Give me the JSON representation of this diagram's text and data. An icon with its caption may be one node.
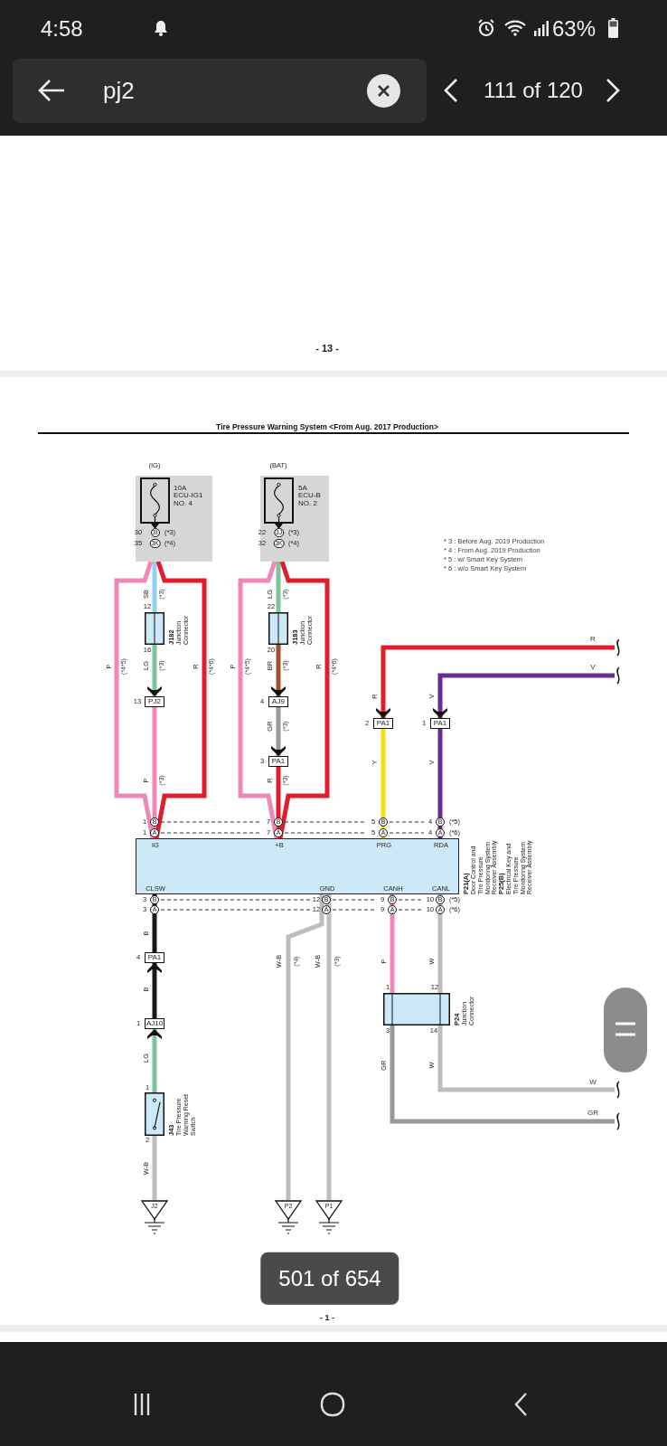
{
  "diagram": {
    "title": "Tire Pressure Warning System <From Aug. 2017 Production>",
    "nodes": [
      {
        "text": [
          "(IG)",
          "10A ECU-IG1 NO. 4",
          "30",
          "3I",
          "(*3)",
          "35",
          "3K",
          "(*4)"
        ]
      },
      {
        "text": [
          "(BAT)",
          "5A ECU-B NO. 2",
          "22",
          "3J",
          "(*3)",
          "32",
          "3K",
          "(*4)"
        ]
      },
      {
        "text": [
          "J182",
          "Junction Connector"
        ],
        "beside": [
          "12",
          "16"
        ]
      },
      {
        "text": [
          "J183",
          "Junction Connector"
        ],
        "beside": [
          "22",
          "20"
        ]
      },
      {
        "text": [
          "PJ2"
        ],
        "beside": [
          "13"
        ]
      },
      {
        "text": [
          "AJ9"
        ],
        "beside": [
          "4"
        ]
      },
      {
        "text": [
          "PA1"
        ],
        "beside": [
          "3"
        ]
      },
      {
        "text": [
          "PA1"
        ],
        "beside": [
          "2"
        ]
      },
      {
        "text": [
          "PA1"
        ],
        "beside": [
          "1"
        ]
      },
      {
        "text": [
          "IG",
          "+B",
          "PRG",
          "RDA",
          "CLSW",
          "GND",
          "CANH",
          "CANL",
          "P21(A)",
          "Door Control and Tire Pressure Monitoring System Receiver Assembly",
          "P25(B)",
          "Electrical Key and Tire Pressure Monitoring System Receiver Assembly"
        ],
        "beside": [
          "1",
          "B",
          "7",
          "B",
          "5",
          "B",
          "4",
          "B",
          "(*5)",
          "1",
          "A",
          "7",
          "A",
          "5",
          "A",
          "4",
          "A",
          "(*6)",
          "3",
          "B",
          "12",
          "B",
          "9",
          "B",
          "10",
          "B",
          "(*5)",
          "3",
          "A",
          "12",
          "A",
          "9",
          "A",
          "10",
          "A",
          "(*6)"
        ]
      },
      {
        "text": [
          "PA1"
        ],
        "beside": [
          "4"
        ]
      },
      {
        "text": [
          "AJ10"
        ],
        "beside": [
          "1"
        ]
      },
      {
        "text": [
          "J43",
          "Tire Pressure Warning Reset Switch"
        ],
        "beside": [
          "1",
          "2"
        ]
      },
      {
        "text": [
          "J2"
        ]
      },
      {
        "text": [
          "P24",
          "Junction Connector"
        ],
        "beside": [
          "1",
          "12",
          "3",
          "14"
        ]
      },
      {
        "text": [
          "P2"
        ]
      },
      {
        "text": [
          "P1"
        ]
      }
    ],
    "edges": [
      {
        "from": 0,
        "to": 2,
        "arrow": "none",
        "label": "SB",
        "color": "#8fd0f0"
      },
      {
        "from": 2,
        "to": 4,
        "arrow": "to",
        "label": "LG",
        "color": "#7cc79a"
      },
      {
        "from": 4,
        "to": 9,
        "arrow": "none",
        "label": "P",
        "color": "#ee88b8"
      },
      {
        "from": 0,
        "to": 9,
        "arrow": "none",
        "label": "P",
        "color": "#ee88b8"
      },
      {
        "from": 0,
        "to": 9,
        "arrow": "none",
        "label": "R",
        "color": "#e21d2b"
      },
      {
        "from": 1,
        "to": 3,
        "arrow": "none",
        "label": "LG",
        "color": "#7cc79a"
      },
      {
        "from": 3,
        "to": 5,
        "arrow": "to",
        "label": "BR",
        "color": "#a0522d"
      },
      {
        "from": 5,
        "to": 6,
        "arrow": "to",
        "label": "GR",
        "color": "#999999"
      },
      {
        "from": 6,
        "to": 9,
        "arrow": "none",
        "label": "R",
        "color": "#e21d2b"
      },
      {
        "from": 1,
        "to": 9,
        "arrow": "none",
        "label": "P",
        "color": "#ee88b8"
      },
      {
        "from": 1,
        "to": 9,
        "arrow": "none",
        "label": "R",
        "color": "#e21d2b"
      },
      {
        "from": null,
        "to": 7,
        "arrow": "to",
        "label": "R",
        "color": "#e21d2b"
      },
      {
        "from": 7,
        "to": 9,
        "arrow": "none",
        "label": "Y",
        "color": "#f7e010"
      },
      {
        "from": null,
        "to": 8,
        "arrow": "to",
        "label": "V",
        "color": "#6a2c91"
      },
      {
        "from": 8,
        "to": 9,
        "arrow": "none",
        "label": "V",
        "color": "#6a2c91"
      },
      {
        "from": 9,
        "to": 10,
        "arrow": "none",
        "label": "B",
        "color": "#1a1a1a"
      },
      {
        "from": 11,
        "to": 10,
        "arrow": "to",
        "label": "B",
        "color": "#1a1a1a"
      },
      {
        "from": 12,
        "to": 11,
        "arrow": "to",
        "label": "LG",
        "color": "#7cc79a"
      },
      {
        "from": 12,
        "to": 13,
        "arrow": "none",
        "label": "W-B",
        "color": "#bdbdbd"
      },
      {
        "from": 9,
        "to": 15,
        "arrow": "none",
        "label": "W-B",
        "color": "#bdbdbd"
      },
      {
        "from": 9,
        "to": 16,
        "arrow": "none",
        "label": "W-B",
        "color": "#bdbdbd"
      },
      {
        "from": 9,
        "to": 14,
        "arrow": "none",
        "label": "P",
        "color": "#ee88b8"
      },
      {
        "from": 9,
        "to": 14,
        "arrow": "none",
        "label": "W",
        "color": "#bdbdbd"
      },
      {
        "from": 14,
        "to": null,
        "arrow": "none",
        "label": "GR",
        "color": "#999999"
      },
      {
        "from": 14,
        "to": null,
        "arrow": "none",
        "label": "W",
        "color": "#bdbdbd"
      }
    ],
    "labels": [
      "4:58",
      "63%",
      "pj2",
      "111 of 120",
      "- 13 -",
      "* 3 : Before Aug. 2019 Production",
      "* 4 : From Aug. 2019 Production",
      "* 5 : w/ Smart Key System",
      "* 6 : w/o Smart Key System",
      "(*3)",
      "(*4*5)",
      "(*3)",
      "(*4*6)",
      "(*3)",
      "(*4*5)",
      "(*3)",
      "(*4*6)",
      "R",
      "V",
      "(*3)",
      "(*3)",
      "(*3)",
      "(*4)",
      "(*3)",
      "W",
      "GR",
      "501 of 654",
      "- 1 -"
    ]
  }
}
